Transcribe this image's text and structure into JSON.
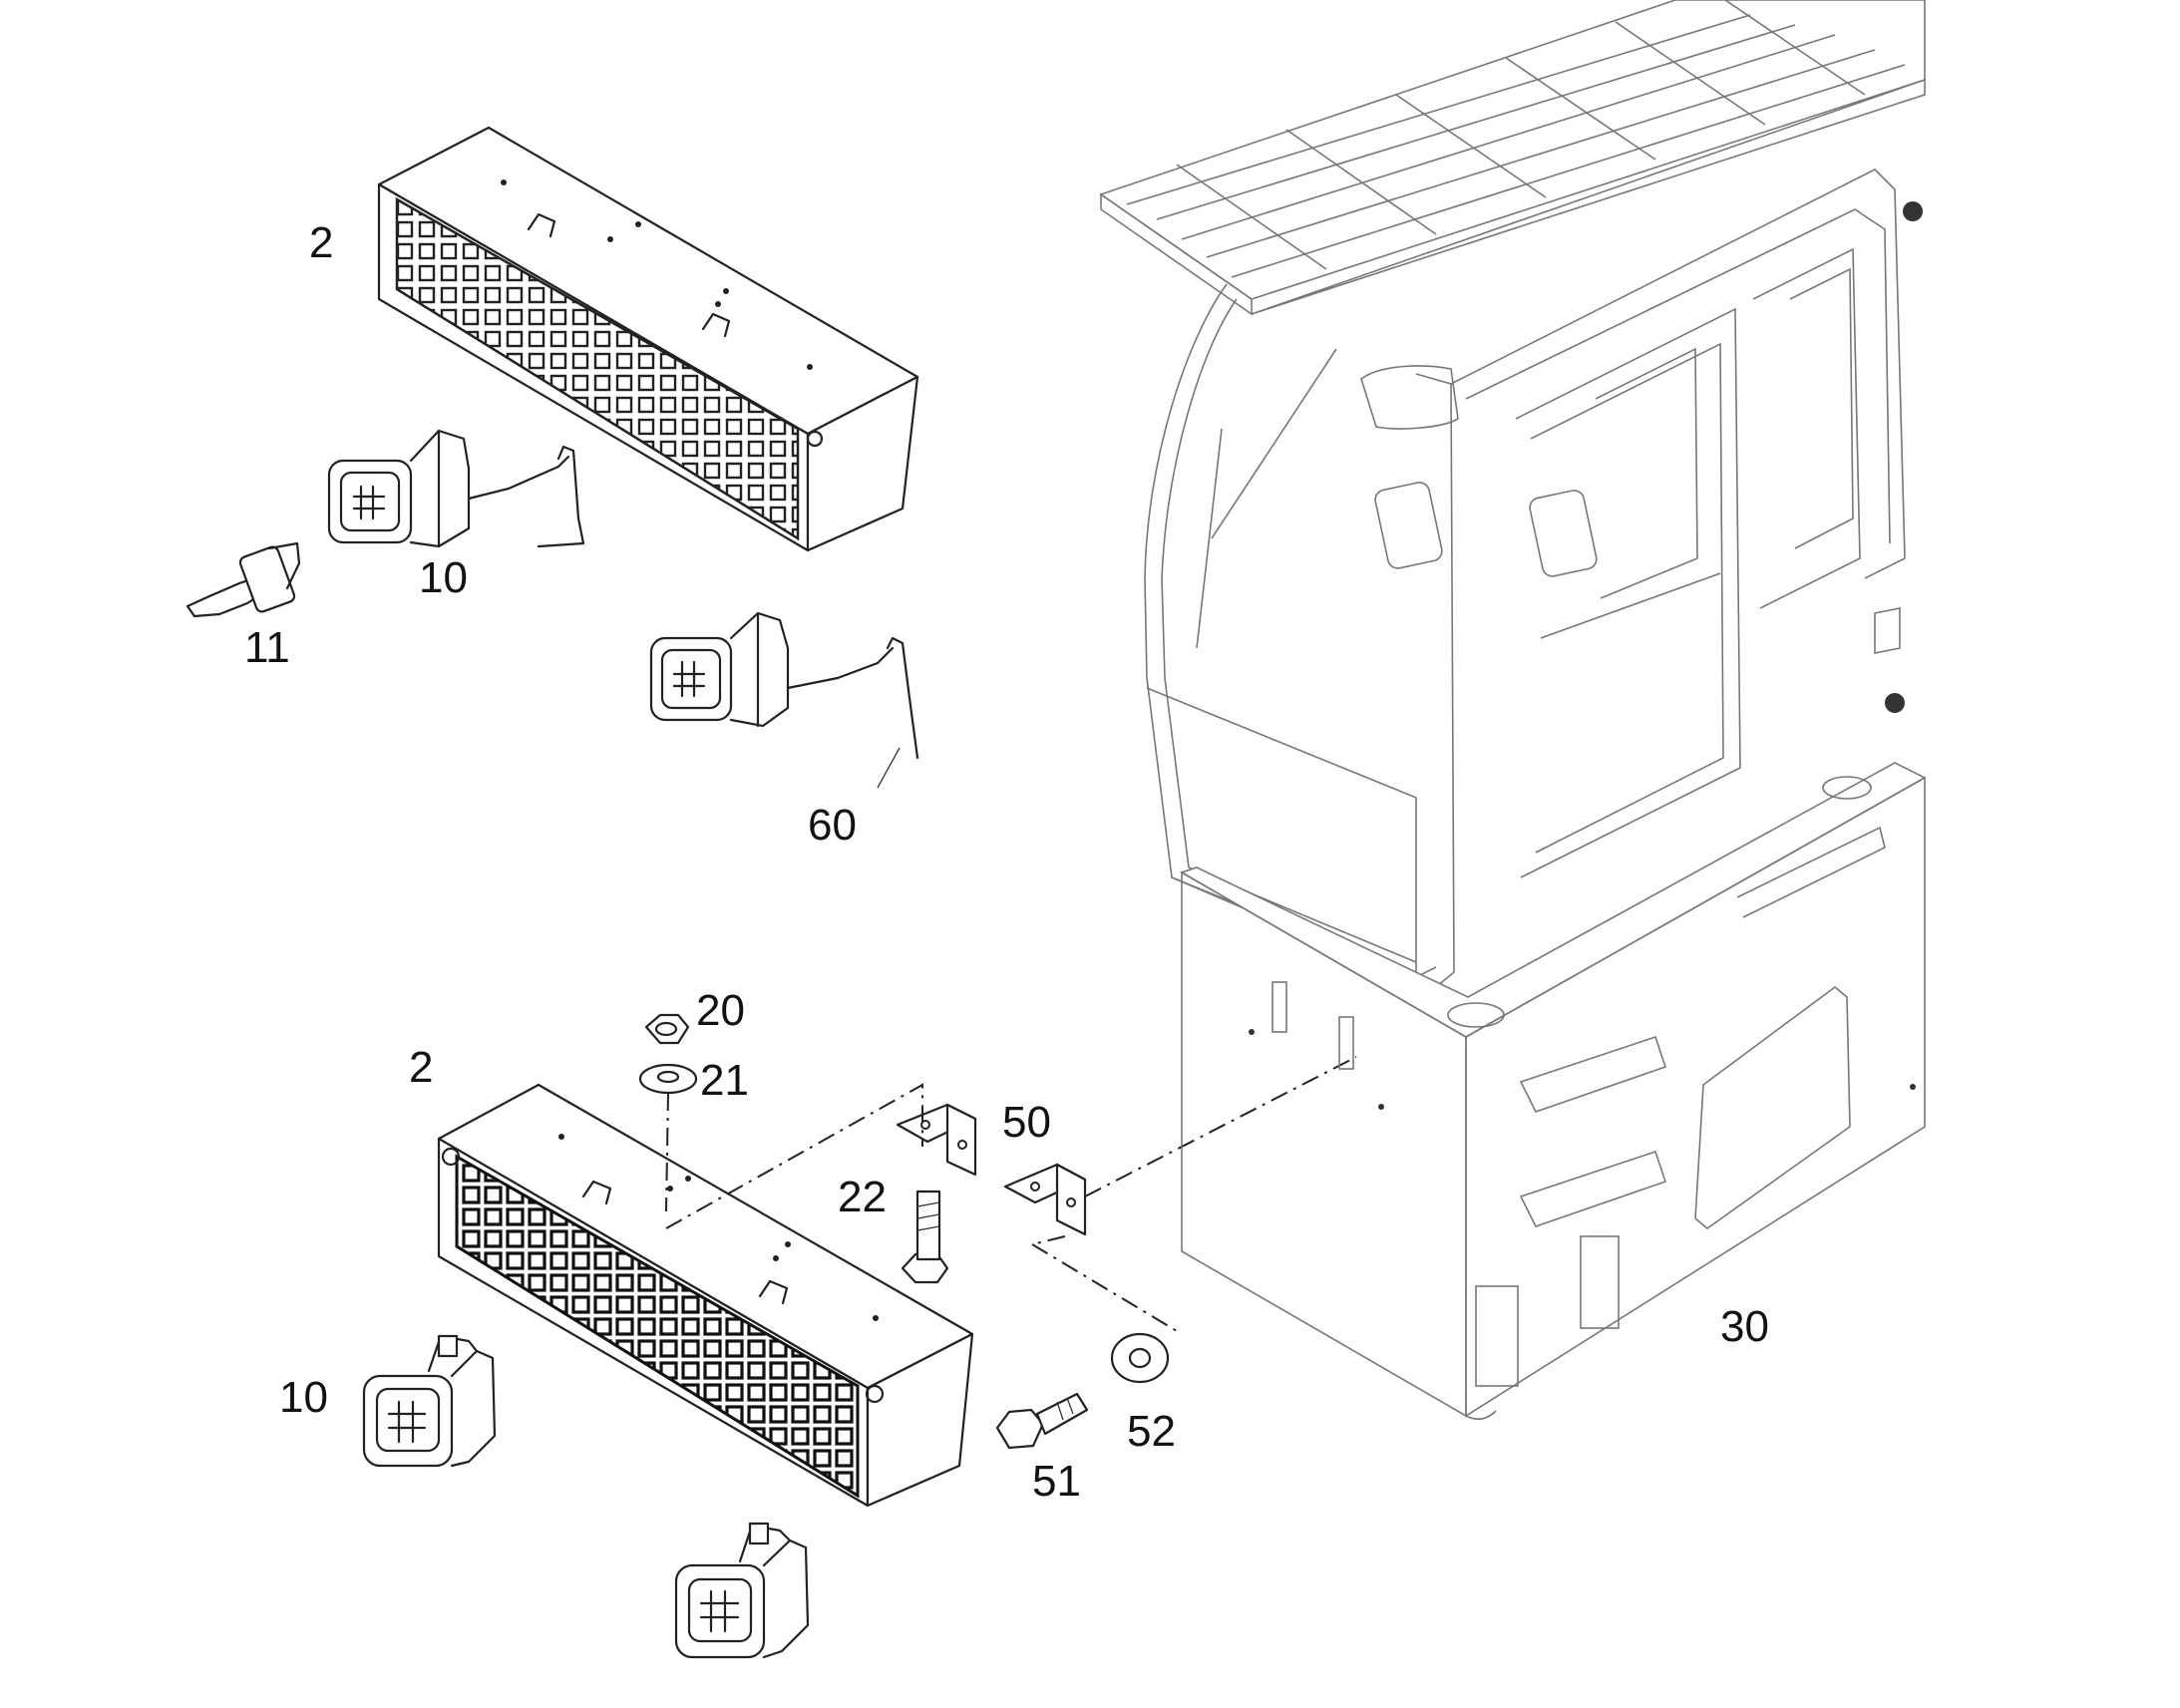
{
  "callouts": {
    "work_light_box_upper": "2",
    "work_light_upper": "10",
    "bulb": "11",
    "wiring_harness": "60",
    "nut": "20",
    "washer_small": "21",
    "work_light_box_lower": "2",
    "bolt_short": "22",
    "bracket": "50",
    "work_light_lower": "10",
    "bolt_long": "51",
    "washer_large": "52",
    "cab": "30"
  }
}
